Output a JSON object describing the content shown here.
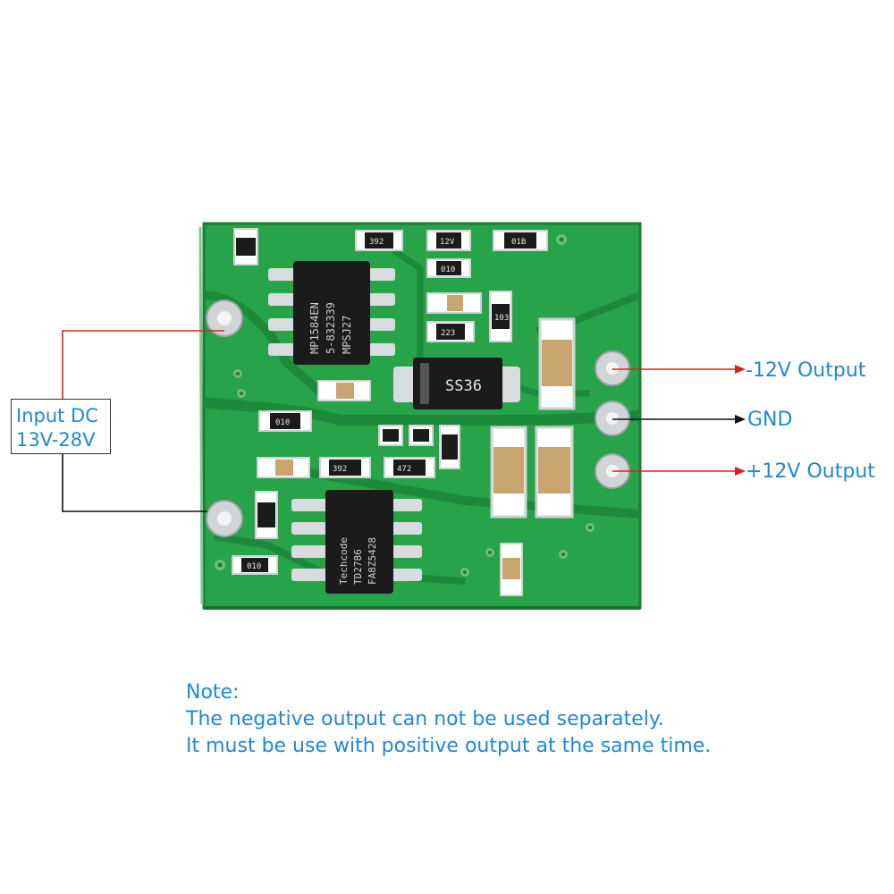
{
  "colors": {
    "pcb_green": "#27a34a",
    "pcb_dark": "#1d8a3a",
    "ic_black": "#1b1b1b",
    "cap_tan": "#c8a46e",
    "pad_silver": "#c9cccf",
    "label_blue": "#1e88d8",
    "arrow_red": "#e0201c",
    "arrow_black": "#111111"
  },
  "input": {
    "line1": "Input DC",
    "line2": "13V-28V"
  },
  "outputs": {
    "neg": "-12V Output",
    "gnd": "GND",
    "pos": "+12V Output"
  },
  "chips": {
    "top": [
      "MP1584EN",
      "5-832339",
      "MPSJ27"
    ],
    "bottom": [
      "Techcode",
      "TD2786",
      "FA8Z5428"
    ]
  },
  "diode": "SS36",
  "resistors": [
    "392",
    "12V",
    "01B",
    "010",
    "223",
    "472",
    "392",
    "010",
    "010",
    "103"
  ],
  "note": {
    "title": "Note:",
    "line1": "The negative output can not be used separately.",
    "line2": "It must be use with positive output at the same time."
  }
}
